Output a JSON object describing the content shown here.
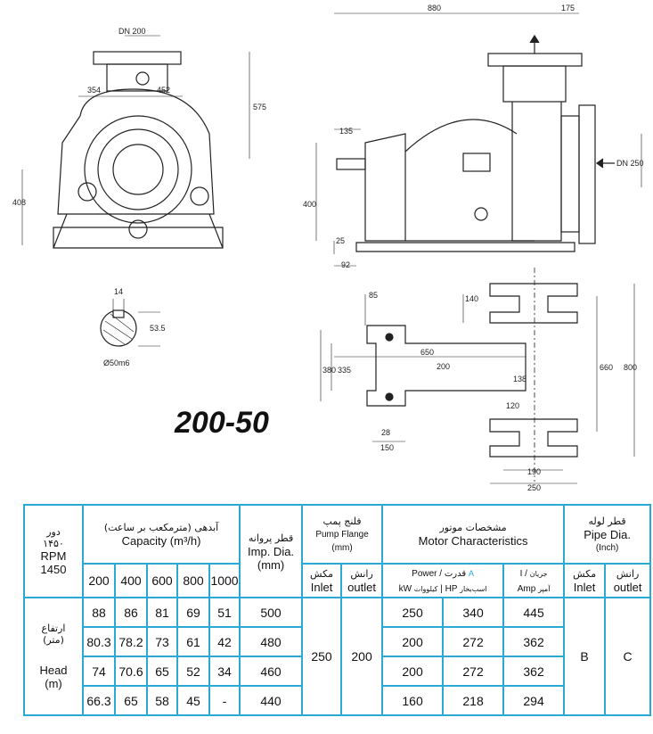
{
  "model": "200-50",
  "drawing_labels": {
    "dn200": "DN 200",
    "d354": "354",
    "d452": "452",
    "d575": "575",
    "d408": "408",
    "d880": "880",
    "d175": "175",
    "d135": "135",
    "d400": "400",
    "d25": "25",
    "d92": "92",
    "dn250": "DN 250",
    "d14": "14",
    "d53_5": "53.5",
    "shaft": "Ø50m6",
    "d85": "85",
    "d650": "650",
    "d380": "380",
    "d335": "335",
    "d200": "200",
    "d138": "138",
    "d120": "120",
    "d28": "28",
    "d150": "150",
    "d140": "140",
    "d660": "660",
    "d800": "800",
    "d190": "190",
    "d250": "250"
  },
  "table": {
    "rpm_fa": "دور",
    "rpm_fa_num": "۱۴۵۰",
    "rpm_en": "RPM",
    "rpm_num": "1450",
    "capacity_fa": "آبدهی (مترمکعب بر ساعت)",
    "capacity_en": "Capacity (m³/h)",
    "capacities": [
      "200",
      "400",
      "600",
      "800",
      "1000"
    ],
    "imp_fa": "قطر پروانه",
    "imp_en": "Imp. Dia.",
    "imp_unit": "(mm)",
    "flange_fa": "فلنج پمپ",
    "flange_en": "Pump Flange",
    "flange_unit": "(mm)",
    "inlet_fa": "مکش",
    "inlet_en": "Inlet",
    "outlet_fa": "رانش",
    "outlet_en": "outlet",
    "motor_fa": "مشخصات موتور",
    "motor_en": "Motor Characteristics",
    "power_en": "Power",
    "power_fa": "قدرت",
    "power_a": "A",
    "current_en": "I",
    "current_fa": "جریان",
    "kw_en": "kW",
    "kw_fa": "کیلووات",
    "hp_en": "HP",
    "hp_fa": "اسب‌بخار",
    "amp_en": "Amp",
    "amp_fa": "آمپر",
    "pipe_fa": "قطر لوله",
    "pipe_en": "Pipe Dia.",
    "pipe_unit": "(Inch)",
    "head_fa": "ارتفاع",
    "head_fa_unit": "(متر)",
    "head_en": "Head",
    "head_unit": "(m)",
    "flange_inlet_value": "250",
    "flange_outlet_value": "200",
    "pipe_inlet_value": "B",
    "pipe_outlet_value": "C",
    "rows": [
      {
        "heads": [
          "88",
          "86",
          "81",
          "69",
          "51"
        ],
        "imp": "500",
        "kw": "250",
        "hp": "340",
        "amp": "445"
      },
      {
        "heads": [
          "80.3",
          "78.2",
          "73",
          "61",
          "42"
        ],
        "imp": "480",
        "kw": "200",
        "hp": "272",
        "amp": "362"
      },
      {
        "heads": [
          "74",
          "70.6",
          "65",
          "52",
          "34"
        ],
        "imp": "460",
        "kw": "200",
        "hp": "272",
        "amp": "362"
      },
      {
        "heads": [
          "66.3",
          "65",
          "58",
          "45",
          "-"
        ],
        "imp": "440",
        "kw": "160",
        "hp": "218",
        "amp": "294"
      }
    ]
  }
}
